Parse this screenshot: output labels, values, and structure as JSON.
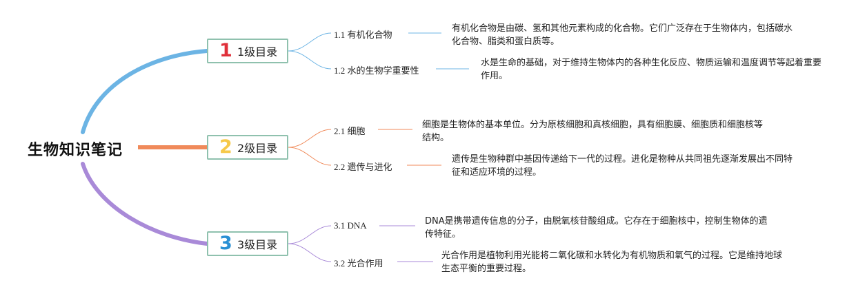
{
  "root": {
    "title": "生物知识笔记"
  },
  "colors": {
    "branch1": "#6cb4e4",
    "branch2": "#f08a5a",
    "branch3": "#a98ad8",
    "num1": "#e0303a",
    "num2": "#f6c94a",
    "num3": "#2a90d4",
    "box_border": "#8fc1ae"
  },
  "sections": [
    {
      "num": "1",
      "label": "1级目录",
      "items": [
        {
          "title": "1.1 有机化合物",
          "desc": "有机化合物是由碳、氢和其他元素构成的化合物。它们广泛存在于生物体内，包括碳水化合物、脂类和蛋白质等。"
        },
        {
          "title": "1.2 水的生物学重要性",
          "desc": "水是生命的基础，对于维持生物体内的各种生化反应、物质运输和温度调节等起着重要作用。"
        }
      ]
    },
    {
      "num": "2",
      "label": "2级目录",
      "items": [
        {
          "title": "2.1 细胞",
          "desc": "细胞是生物体的基本单位。分为原核细胞和真核细胞，具有细胞膜、细胞质和细胞核等结构。"
        },
        {
          "title": "2.2 遗传与进化",
          "desc": "遗传是生物种群中基因传递给下一代的过程。进化是物种从共同祖先逐渐发展出不同特征和适应环境的过程。"
        }
      ]
    },
    {
      "num": "3",
      "label": "3级目录",
      "items": [
        {
          "title": "3.1 DNA",
          "desc": "DNA是携带遗传信息的分子，由脱氧核苷酸组成。它存在于细胞核中，控制生物体的遗传特征。"
        },
        {
          "title": "3.2 光合作用",
          "desc": "光合作用是植物利用光能将二氧化碳和水转化为有机物质和氧气的过程。它是维持地球生态平衡的重要过程。"
        }
      ]
    }
  ]
}
